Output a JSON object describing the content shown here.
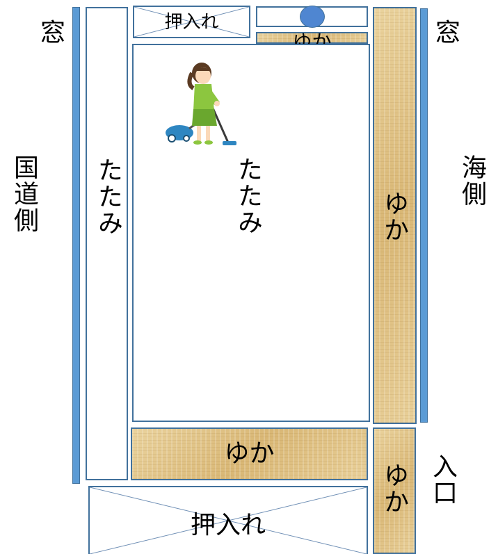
{
  "labels": {
    "window_left": "窓",
    "window_right": "窓",
    "road_side": "国道側",
    "sea_side": "海側",
    "entrance": "入口",
    "tatami_left": "たたみ",
    "tatami_main": "たたみ",
    "closet_top": "押入れ",
    "closet_bottom": "押入れ",
    "floor_top": "ゆか",
    "floor_right": "ゆか",
    "floor_bottom": "ゆか",
    "floor_corner": "ゆか"
  },
  "illustration": {
    "subject": "woman-vacuuming-icon",
    "colors": {
      "shirt": "#8cc63f",
      "skirt": "#6aa72e",
      "hair": "#5a3a22",
      "vacuum": "#2e86c1"
    }
  },
  "colors": {
    "border": "#41719c",
    "window": "#5b9bd5",
    "floor": "#e4c88f"
  }
}
